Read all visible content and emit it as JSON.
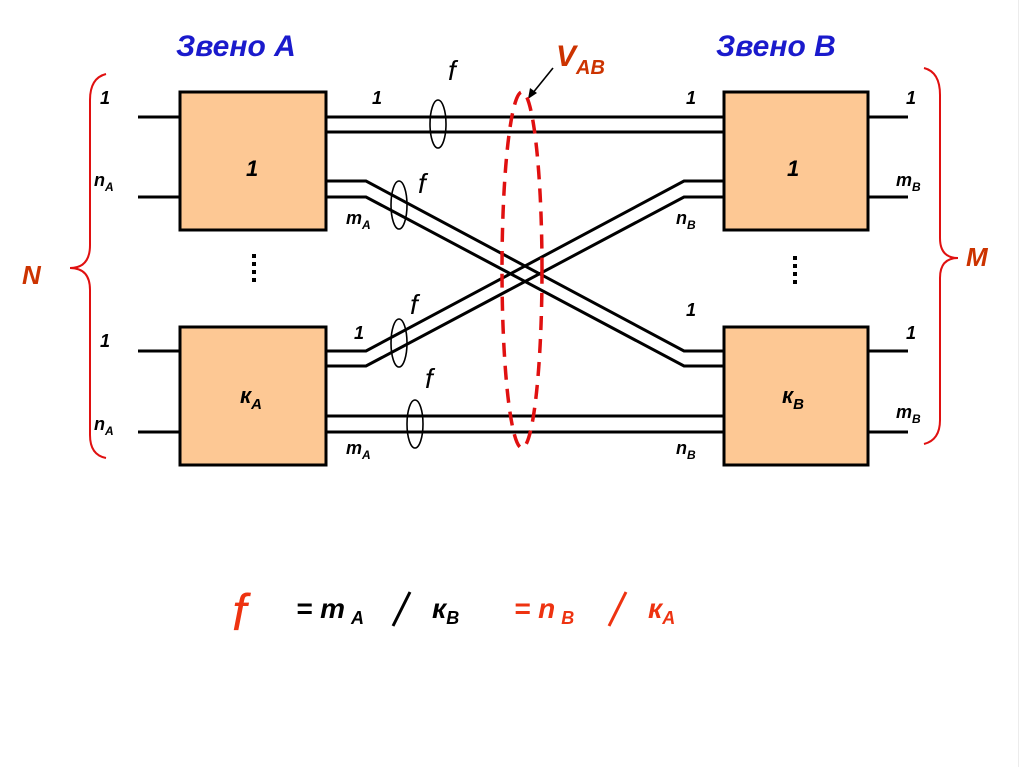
{
  "colors": {
    "title_blue": "#1a1acc",
    "label_red": "#cc3300",
    "brace_red": "#e01010",
    "box_fill": "#fdc894",
    "formula_red": "#ee3311"
  },
  "titles": {
    "stage_a": "Звено A",
    "stage_b": "Звено B"
  },
  "cut": {
    "label_main": "V",
    "label_sub": "AB"
  },
  "braces": {
    "left_label": "N",
    "right_label": "M"
  },
  "boxes": {
    "a1": "1",
    "ak_main": "к",
    "ak_sub": "A",
    "b1": "1",
    "bk_main": "к",
    "bk_sub": "B"
  },
  "ports": {
    "one": "1",
    "n": "n",
    "m": "m",
    "sub_a": "A",
    "sub_b": "B"
  },
  "bundle_label": "f",
  "ellipsis": "⋮",
  "formula": {
    "f": "f",
    "eq1": "= m",
    "eq1_sub": "A",
    "slash": "/",
    "k1": "к",
    "k1_sub": "B",
    "eq2": "= n",
    "eq2_sub": "B",
    "k2": "к",
    "k2_sub": "A"
  }
}
